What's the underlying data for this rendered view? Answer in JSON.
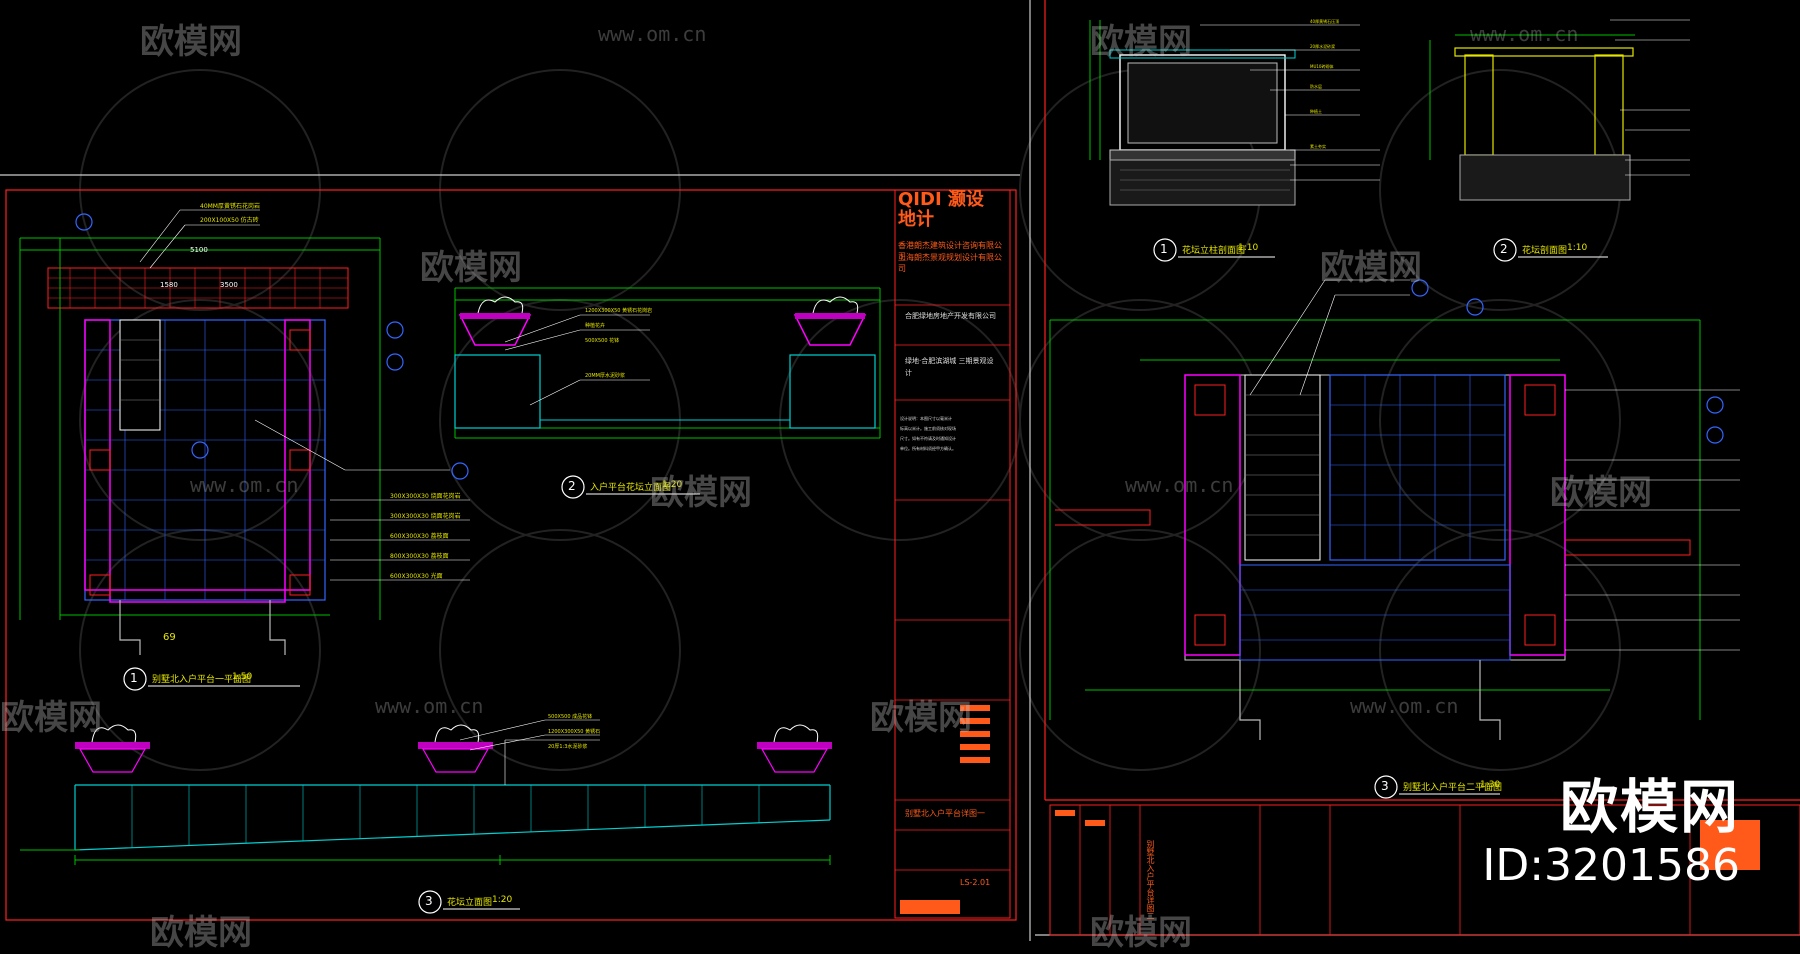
{
  "watermark": {
    "brand": "欧模网",
    "url": "www.om.cn",
    "id_label": "ID:3201586"
  },
  "title_block": {
    "logo_text": "QIDI 灏设 地计",
    "company_line1": "香港朗杰建筑设计咨询有限公司",
    "company_line2": "上海朗杰景观规划设计有限公司",
    "client": "合肥绿地房地产开发有限公司",
    "project": "绿地·合肥滨湖城 三期景观设计",
    "drawing_title": "别墅北入户平台详图一",
    "sheet_no": "LS-2.01"
  },
  "labels": {
    "left_plan": "别墅北入户平台一平面图",
    "left_plan_scale": "1:50",
    "left_elev": "入户平台花坛立面图",
    "left_elev_scale": "1:20",
    "left_section": "花坛立面图",
    "left_section_scale": "1:20",
    "right_sec1": "花坛立柱剖面图",
    "right_sec1_scale": "1:10",
    "right_sec2": "花坛剖面图",
    "right_sec2_scale": "1:10",
    "right_plan": "别墅北入户平台二平面图",
    "right_plan_scale": "1:30",
    "right_sheet_title": "别墅北入户平台详图二",
    "dim_69": "69",
    "n1": "1",
    "n2": "2",
    "n3": "3"
  },
  "colors": {
    "yellow": "#e6e600",
    "cyan": "#00d0d0",
    "green": "#00c000",
    "magenta": "#ff00ff",
    "red": "#ff2020",
    "white": "#ffffff",
    "blue": "#3366ff",
    "orange": "#ff5a1a"
  }
}
